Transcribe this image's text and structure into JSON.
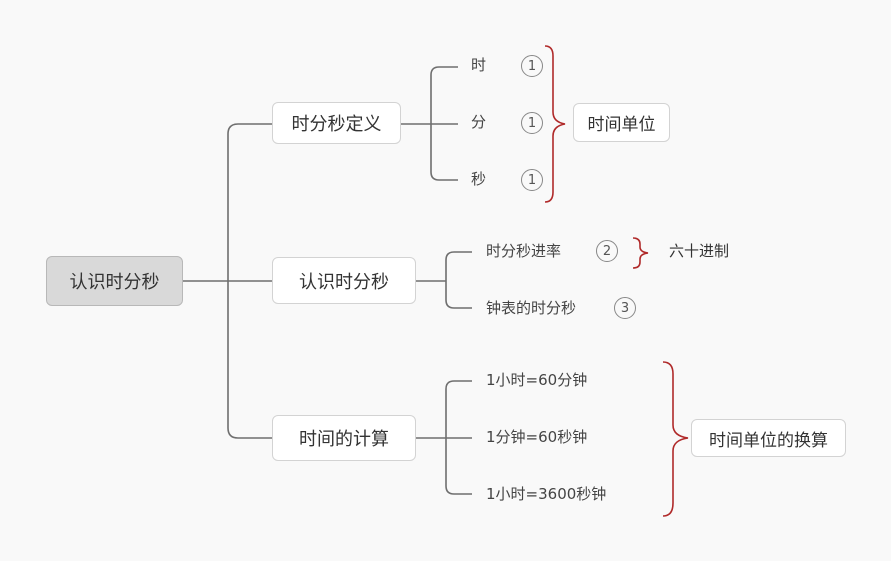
{
  "root": "认识时分秒",
  "branches": [
    {
      "label": "时分秒定义",
      "items": [
        "时",
        "分",
        "秒"
      ],
      "markers": [
        "1",
        "1",
        "1"
      ],
      "summary": "时间单位"
    },
    {
      "label": "认识时分秒",
      "items": [
        "时分秒进率",
        "钟表的时分秒"
      ],
      "markers": [
        "2",
        "3"
      ],
      "summary": "六十进制"
    },
    {
      "label": "时间的计算",
      "items": [
        "1小时=60分钟",
        "1分钟=60秒钟",
        "1小时=3600秒钟"
      ],
      "summary": "时间单位的换算"
    }
  ],
  "colors": {
    "line": "#6f6f6f",
    "brace": "#b02a2a",
    "root_fill": "#d9d9d9"
  }
}
